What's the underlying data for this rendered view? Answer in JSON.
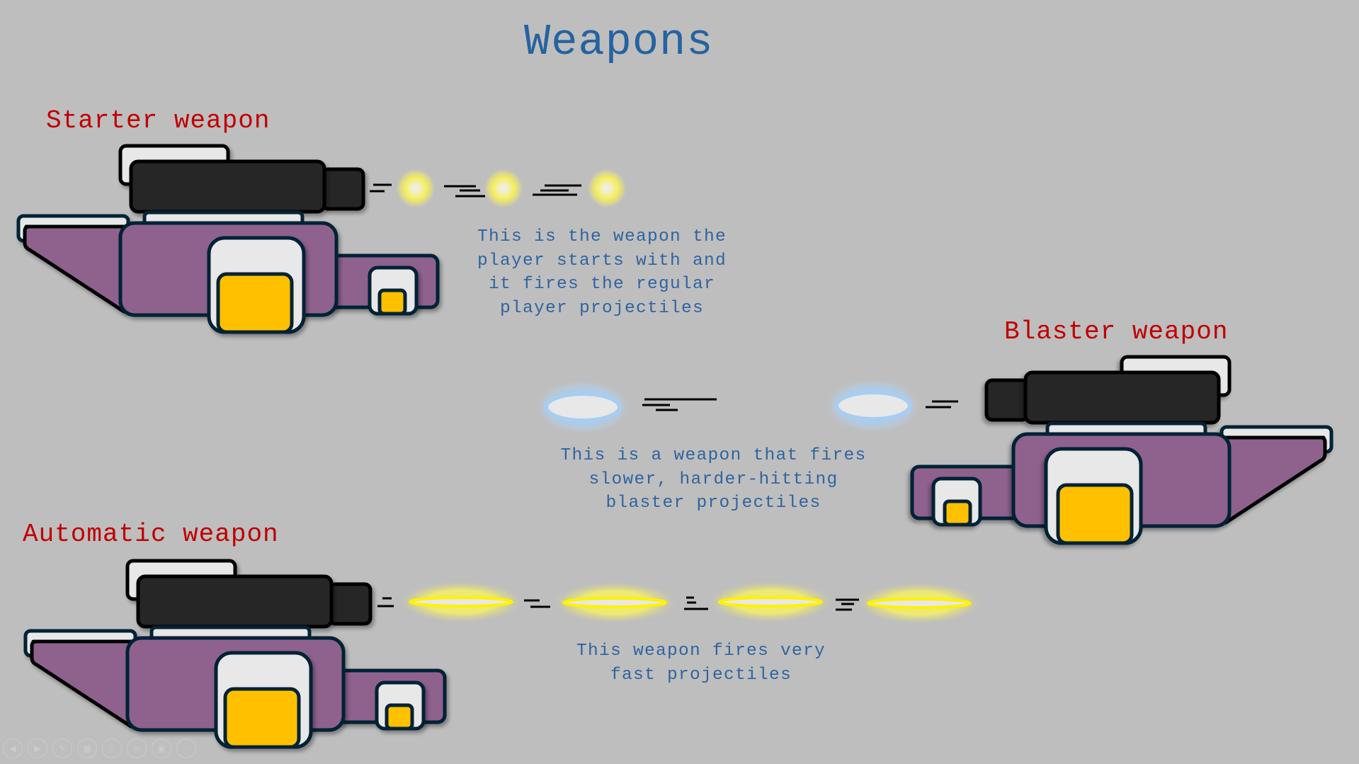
{
  "slide": {
    "title": "Weapons",
    "background_color": "#bebebe",
    "title_color": "#2563a0",
    "label_color": "#c00000",
    "description_color": "#2f64a1"
  },
  "weapons": [
    {
      "name": "Starter weapon",
      "description": "This is the weapon the\nplayer starts with and\nit fires the regular\nplayer projectiles",
      "projectile_type": "yellow-orb",
      "projectile_count": 3,
      "facing": "right"
    },
    {
      "name": "Blaster weapon",
      "description": "This is a weapon that fires\nslower, harder-hitting\nblaster projectiles",
      "projectile_type": "blue-blaster-disc",
      "projectile_count": 2,
      "facing": "left"
    },
    {
      "name": "Automatic weapon",
      "description": "This weapon fires very\nfast projectiles",
      "projectile_type": "yellow-streak",
      "projectile_count": 4,
      "facing": "right"
    }
  ],
  "palette": {
    "body_purple": "#8f628e",
    "barrel_dark": "#252525",
    "panel_light": "#e8e8e8",
    "window_yellow": "#ffc000",
    "outline_navy": "#062335",
    "outline_black": "#000000",
    "orb_yellow": "#f4ee5c",
    "blaster_blue": "#a9cdf0"
  },
  "presenter_controls": [
    {
      "name": "previous-slide",
      "icon": "◀"
    },
    {
      "name": "next-slide",
      "icon": "▶"
    },
    {
      "name": "pen",
      "icon": "✎"
    },
    {
      "name": "see-all-slides",
      "icon": "▦"
    },
    {
      "name": "zoom",
      "icon": "⌕"
    },
    {
      "name": "subtitles",
      "icon": "▭"
    },
    {
      "name": "camera",
      "icon": "▣"
    },
    {
      "name": "more-options",
      "icon": "⋯"
    }
  ]
}
